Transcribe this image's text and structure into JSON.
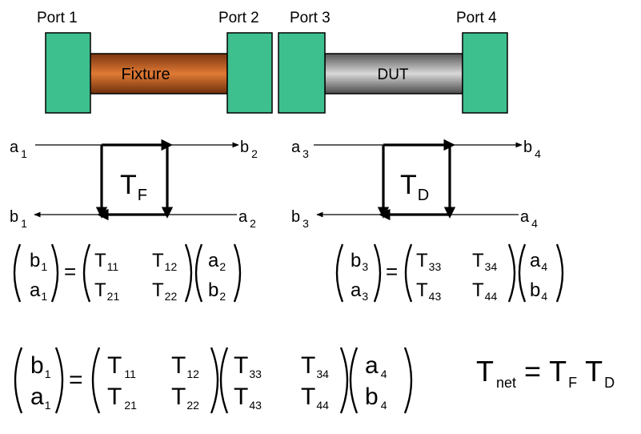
{
  "ports": [
    "Port 1",
    "Port 2",
    "Port 3",
    "Port 4"
  ],
  "components": {
    "fixture": "Fixture",
    "dut": "DUT"
  },
  "colors": {
    "port_block": "#3dbf8e",
    "fixture_body": "#c9621f",
    "dut_body": "#9b9b9b",
    "line": "#000000"
  },
  "flow_fixture": {
    "a_in": {
      "sym": "a",
      "idx": "1"
    },
    "b_out": {
      "sym": "b",
      "idx": "2"
    },
    "b_back": {
      "sym": "b",
      "idx": "1"
    },
    "a_back": {
      "sym": "a",
      "idx": "2"
    },
    "matrix": {
      "sym": "T",
      "idx": "F"
    }
  },
  "flow_dut": {
    "a_in": {
      "sym": "a",
      "idx": "3"
    },
    "b_out": {
      "sym": "b",
      "idx": "4"
    },
    "b_back": {
      "sym": "b",
      "idx": "3"
    },
    "a_back": {
      "sym": "a",
      "idx": "4"
    },
    "matrix": {
      "sym": "T",
      "idx": "D"
    }
  },
  "eq_fixture": {
    "lhs": [
      {
        "sym": "b",
        "idx": "1"
      },
      {
        "sym": "a",
        "idx": "1"
      }
    ],
    "matrix": [
      {
        "sym": "T",
        "idx": "11"
      },
      {
        "sym": "T",
        "idx": "12"
      },
      {
        "sym": "T",
        "idx": "21"
      },
      {
        "sym": "T",
        "idx": "22"
      }
    ],
    "rhs": [
      {
        "sym": "a",
        "idx": "2"
      },
      {
        "sym": "b",
        "idx": "2"
      }
    ]
  },
  "eq_dut": {
    "lhs": [
      {
        "sym": "b",
        "idx": "3"
      },
      {
        "sym": "a",
        "idx": "3"
      }
    ],
    "matrix": [
      {
        "sym": "T",
        "idx": "33"
      },
      {
        "sym": "T",
        "idx": "34"
      },
      {
        "sym": "T",
        "idx": "43"
      },
      {
        "sym": "T",
        "idx": "44"
      }
    ],
    "rhs": [
      {
        "sym": "a",
        "idx": "4"
      },
      {
        "sym": "b",
        "idx": "4"
      }
    ]
  },
  "eq_cascade": {
    "lhs": [
      {
        "sym": "b",
        "idx": "1"
      },
      {
        "sym": "a",
        "idx": "1"
      }
    ],
    "matrix1": [
      {
        "sym": "T",
        "idx": "11"
      },
      {
        "sym": "T",
        "idx": "12"
      },
      {
        "sym": "T",
        "idx": "21"
      },
      {
        "sym": "T",
        "idx": "22"
      }
    ],
    "matrix2": [
      {
        "sym": "T",
        "idx": "33"
      },
      {
        "sym": "T",
        "idx": "34"
      },
      {
        "sym": "T",
        "idx": "43"
      },
      {
        "sym": "T",
        "idx": "44"
      }
    ],
    "rhs": [
      {
        "sym": "a",
        "idx": "4"
      },
      {
        "sym": "b",
        "idx": "4"
      }
    ]
  },
  "equals_sign": "=",
  "t_net": {
    "lhs": {
      "sym": "T",
      "idx": "net"
    },
    "eq": "=",
    "f": {
      "sym": "T",
      "idx": "F"
    },
    "d": {
      "sym": "T",
      "idx": "D"
    }
  }
}
